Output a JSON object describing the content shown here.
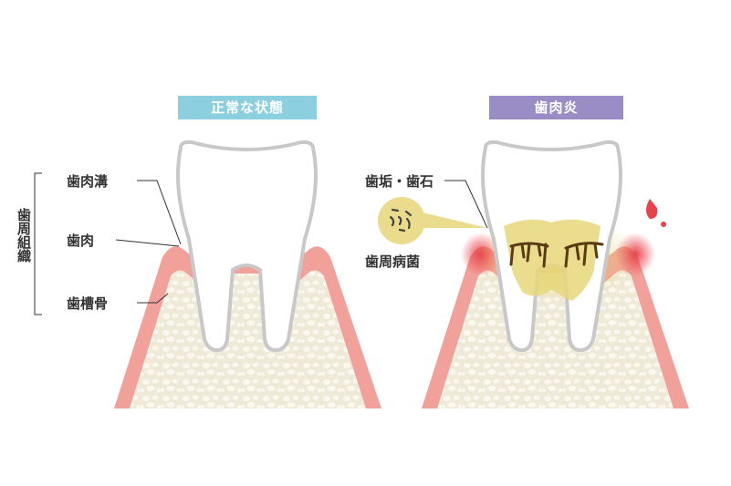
{
  "normal": {
    "badge": "正常な状態",
    "labels": {
      "sulcus": "歯肉溝",
      "gum": "歯肉",
      "bone": "歯槽骨"
    },
    "group_label": "歯周組織"
  },
  "gingivitis": {
    "badge": "歯肉炎",
    "labels": {
      "plaque": "歯垢・歯石",
      "bacteria": "歯周病菌"
    }
  },
  "colors": {
    "normal_badge": "#8cd0e0",
    "gingivitis_badge": "#9a8cc4",
    "gum": "#f2a09a",
    "bone": "#efe9d8",
    "tooth_outline": "#c8c8c8",
    "plaque": "#e6d77a",
    "inflammation": "#e8434a"
  }
}
